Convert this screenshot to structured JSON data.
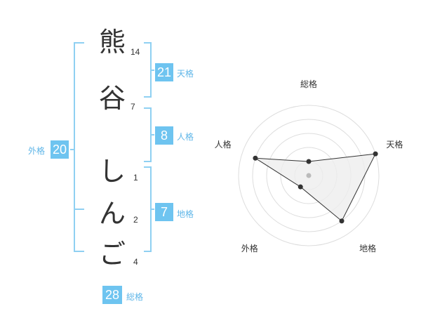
{
  "name_chars": [
    {
      "char": "熊",
      "strokes": "14"
    },
    {
      "char": "谷",
      "strokes": "7"
    },
    {
      "char": "し",
      "strokes": "1"
    },
    {
      "char": "ん",
      "strokes": "2"
    },
    {
      "char": "ご",
      "strokes": "4"
    }
  ],
  "kaku": {
    "ten": {
      "value": "21",
      "label": "天格"
    },
    "jin": {
      "value": "8",
      "label": "人格"
    },
    "chi": {
      "value": "7",
      "label": "地格"
    },
    "gai": {
      "value": "20",
      "label": "外格"
    },
    "sou": {
      "value": "28",
      "label": "総格"
    }
  },
  "colors": {
    "accent": "#6ec4f0",
    "bracket": "#8fd0f2",
    "radar_fill": "#eeeeee",
    "radar_line": "#333333"
  },
  "chart_data": {
    "type": "radar",
    "axes": [
      "総格",
      "天格",
      "地格",
      "外格",
      "人格"
    ],
    "values": [
      1,
      5,
      4,
      1,
      4
    ],
    "max": 5,
    "rings": 5
  }
}
